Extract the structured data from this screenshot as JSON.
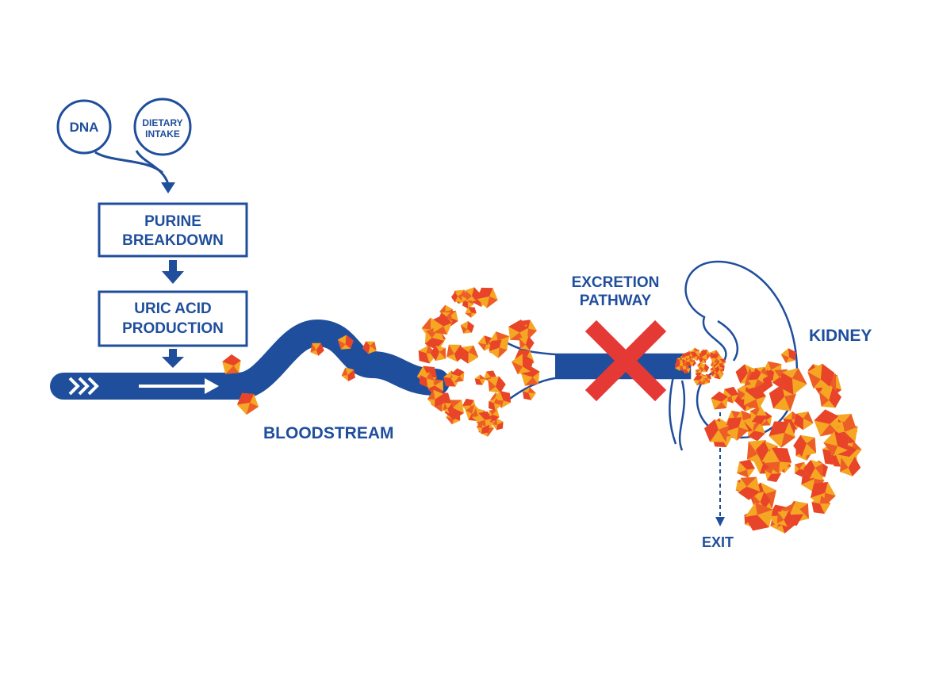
{
  "inputs": {
    "dna": "DNA",
    "dietary_line1": "DIETARY",
    "dietary_line2": "INTAKE"
  },
  "steps": {
    "purine_line1": "PURINE",
    "purine_line2": "BREAKDOWN",
    "uric_line1": "URIC ACID",
    "uric_line2": "PRODUCTION"
  },
  "labels": {
    "bloodstream": "BLOODSTREAM",
    "excretion_line1": "EXCRETION",
    "excretion_line2": "PATHWAY",
    "kidney": "KIDNEY",
    "exit": "EXIT"
  },
  "colors": {
    "primary_blue": "#1f4e9c",
    "blocked_red": "#e53935",
    "crystal_orange": "#f5a623",
    "crystal_red": "#e8442a"
  },
  "icons": {
    "blocked": "x-mark-icon",
    "flow": "chevron-right-icon",
    "organ": "kidney-icon"
  }
}
